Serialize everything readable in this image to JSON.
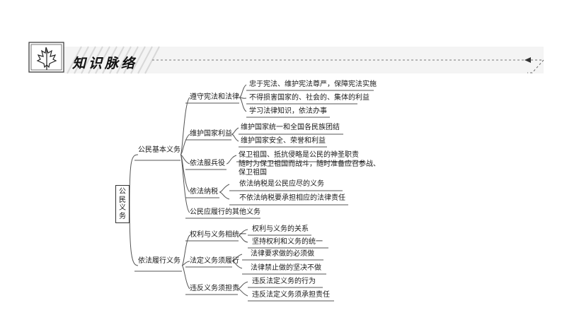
{
  "header": {
    "title": "知识脉络"
  },
  "diagram": {
    "root": "公民义务",
    "branches": [
      {
        "label": "公民基本义务",
        "children": [
          {
            "label": "遵守宪法和法律",
            "items": [
              "忠于宪法、维护宪法尊严，保障宪法实施",
              "不得损害国家的、社会的、集体的利益",
              "学习法律知识，依法办事"
            ]
          },
          {
            "label": "维护国家利益",
            "items": [
              "维护国家统一和全国各民族团结",
              "维护国家安全、荣誉和利益"
            ]
          },
          {
            "label": "依法服兵役",
            "items": [
              "保卫祖国、抵抗侵略是公民的神圣职责",
              "随时为保卫祖国而战斗，随时准备应召参战、",
              "保卫祖国"
            ]
          },
          {
            "label": "依法纳税",
            "items": [
              "依法纳税是公民应尽的义务",
              "不依法纳税要承担相应的法律责任"
            ]
          },
          {
            "label": "公民应履行的其他义务",
            "items": []
          }
        ]
      },
      {
        "label": "依法履行义务",
        "children": [
          {
            "label": "权利与义务相统一",
            "items": [
              "权利与义务的关系",
              "坚持权利和义务的统一"
            ]
          },
          {
            "label": "法定义务须履行",
            "items": [
              "法律要求做的必须做",
              "法律禁止做的坚决不做"
            ]
          },
          {
            "label": "违反义务须担责",
            "items": [
              "违反法定义务的行为",
              "违反法定义务须承担责任"
            ]
          }
        ]
      }
    ]
  }
}
